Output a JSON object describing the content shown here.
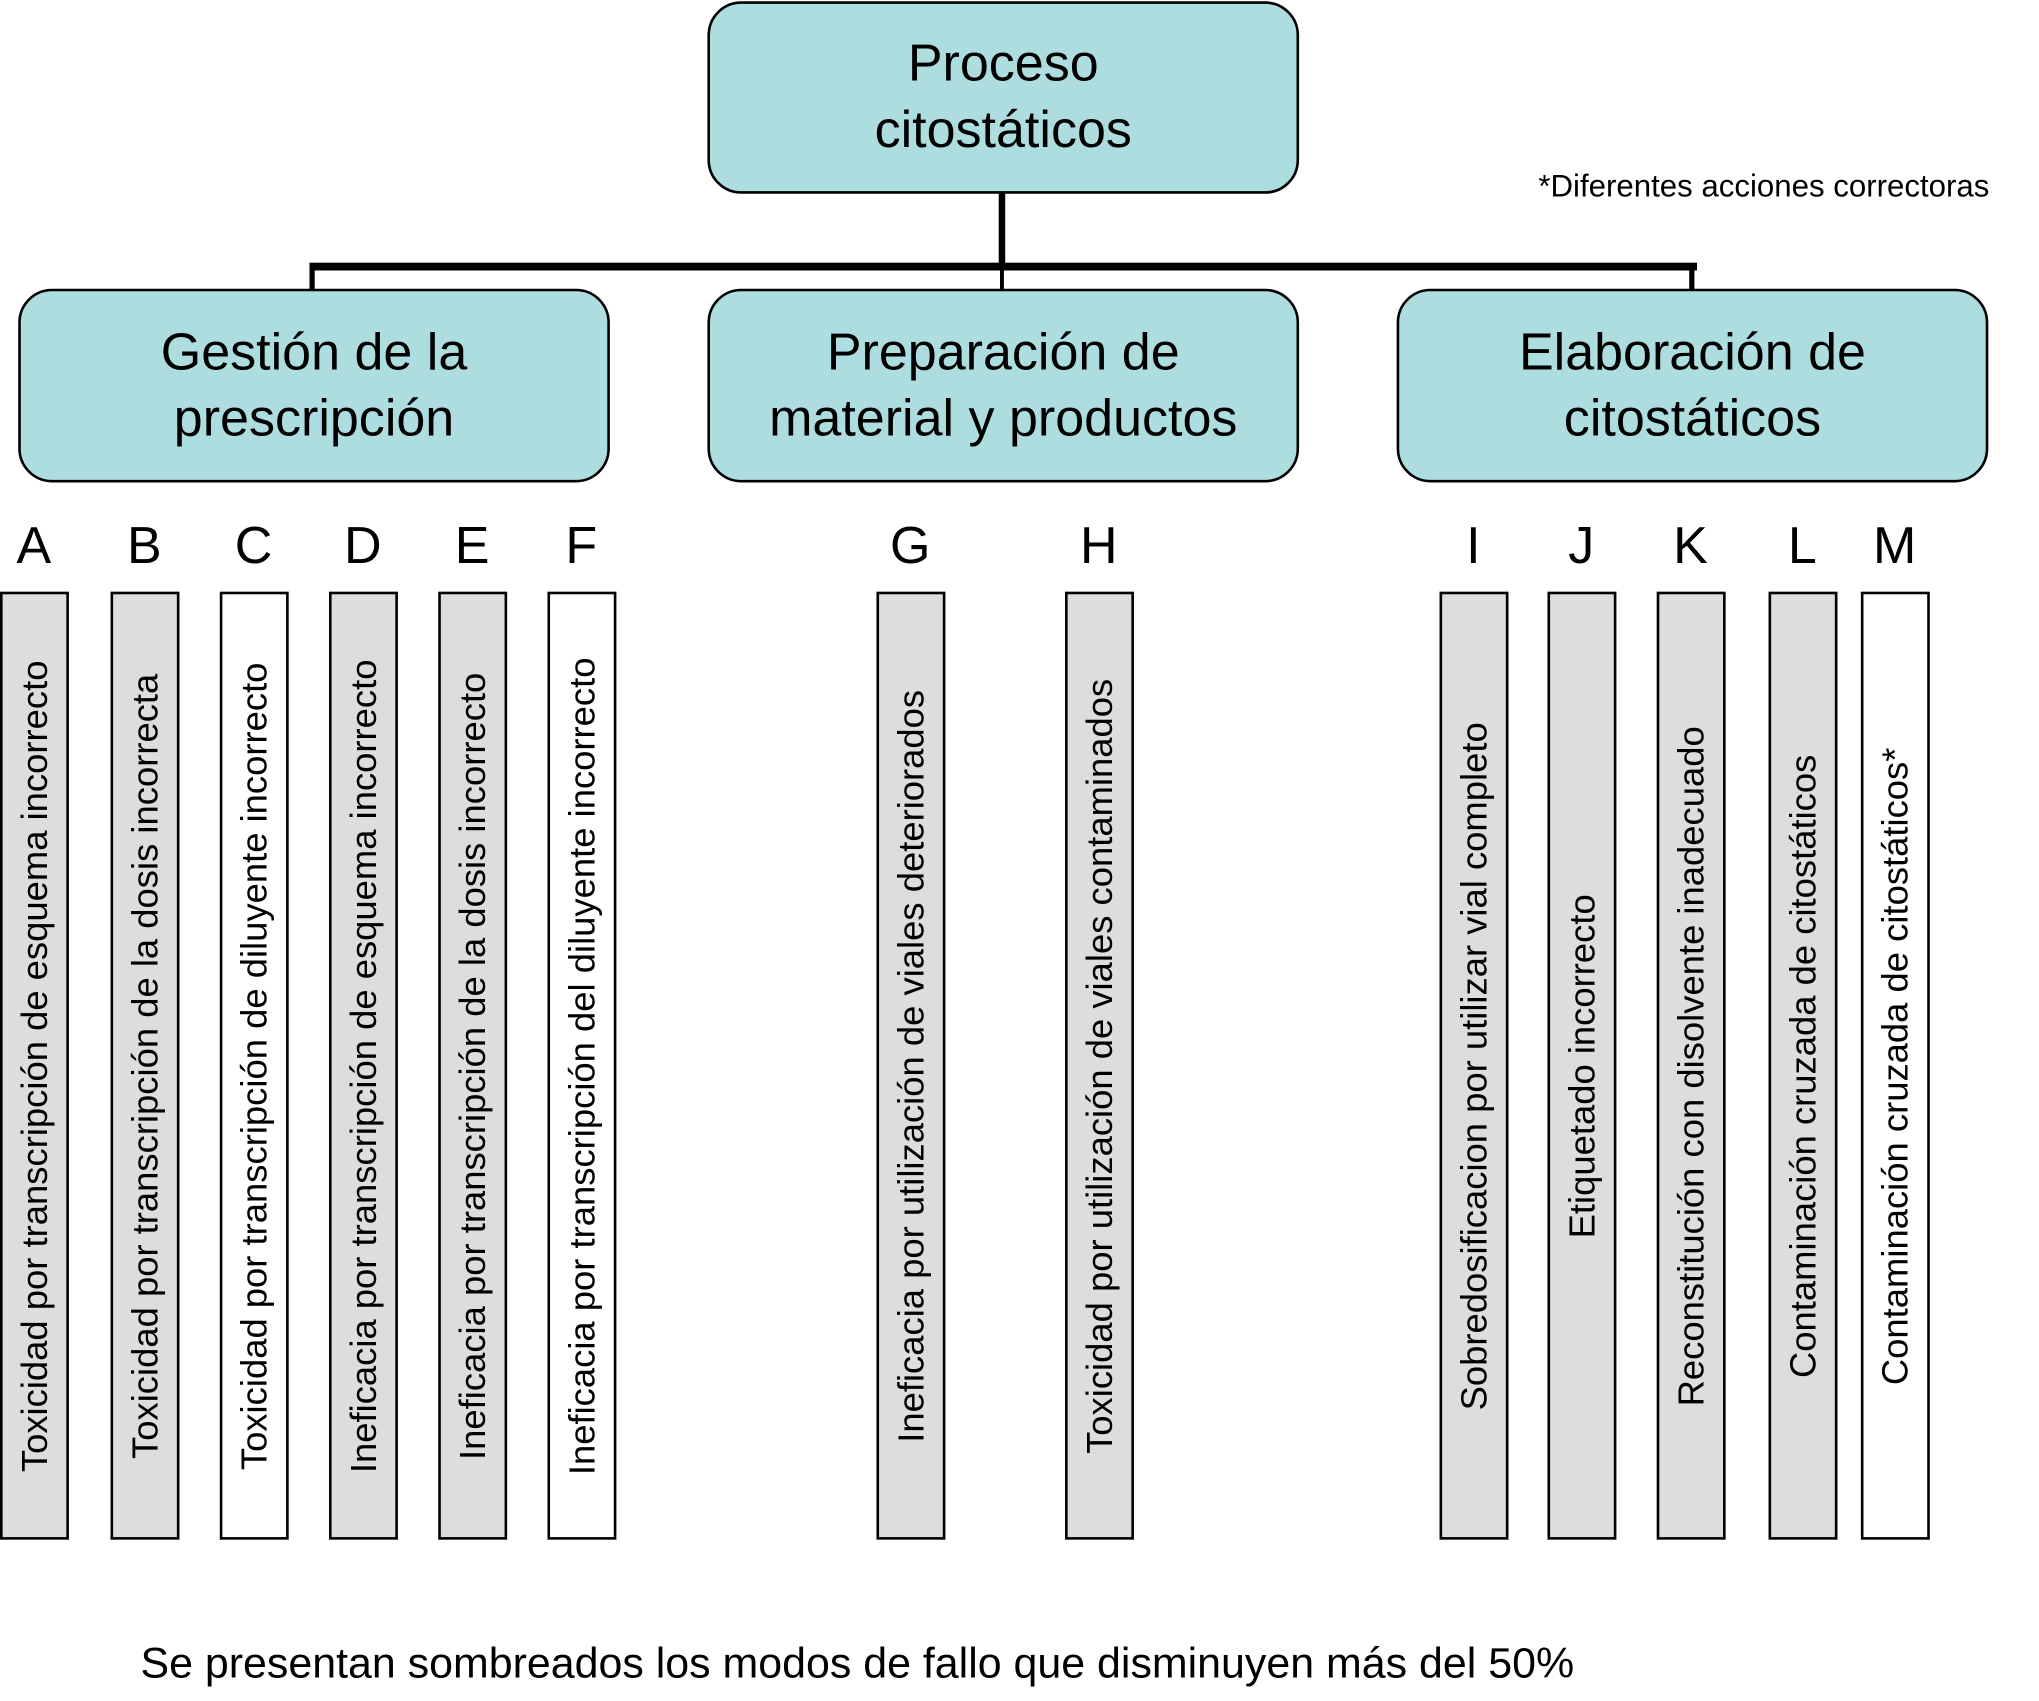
{
  "root": {
    "label_line1": "Proceso",
    "label_line2": "citostáticos"
  },
  "footnote": "*Diferentes acciones correctoras",
  "branches": [
    {
      "line1": "Gestión de la",
      "line2": "prescripción"
    },
    {
      "line1": "Preparación de",
      "line2": "material y productos"
    },
    {
      "line1": "Elaboración de",
      "line2": "citostáticos"
    }
  ],
  "colors": {
    "node_fill": "#addddf",
    "shaded_fill": "#dcdddd",
    "unshaded_fill": "#ffffff"
  },
  "failure_modes": [
    {
      "letter": "A",
      "text": "Toxicidad por transcripción de esquema incorrecto",
      "shaded": true
    },
    {
      "letter": "B",
      "text": "Toxicidad por transcripción de la dosis incorrecta",
      "shaded": true
    },
    {
      "letter": "C",
      "text": "Toxicidad por transcripción de diluyente incorrecto",
      "shaded": false
    },
    {
      "letter": "D",
      "text": "Ineficacia por transcripción de esquema incorrecto",
      "shaded": true
    },
    {
      "letter": "E",
      "text": "Ineficacia por transcripción de la dosis incorrecto",
      "shaded": true
    },
    {
      "letter": "F",
      "text": "Ineficacia por transcripción del diluyente incorrecto",
      "shaded": false
    },
    {
      "letter": "G",
      "text": "Ineficacia por utilización de viales deteriorados",
      "shaded": true
    },
    {
      "letter": "H",
      "text": "Toxicidad por utilización de viales contaminados",
      "shaded": true
    },
    {
      "letter": "I",
      "text": "Sobredosificacion por utilizar vial completo",
      "shaded": true
    },
    {
      "letter": "J",
      "text": "Etiquetado incorrecto",
      "shaded": true
    },
    {
      "letter": "K",
      "text": "Reconstitución con disolvente inadecuado",
      "shaded": true
    },
    {
      "letter": "L",
      "text": "Contaminación cruzada de citostáticos",
      "shaded": true
    },
    {
      "letter": "M",
      "text": "Contaminación cruzada de citostáticos*",
      "shaded": false
    }
  ],
  "caption": "Se presentan sombreados los modos de fallo que disminuyen más del 50%"
}
